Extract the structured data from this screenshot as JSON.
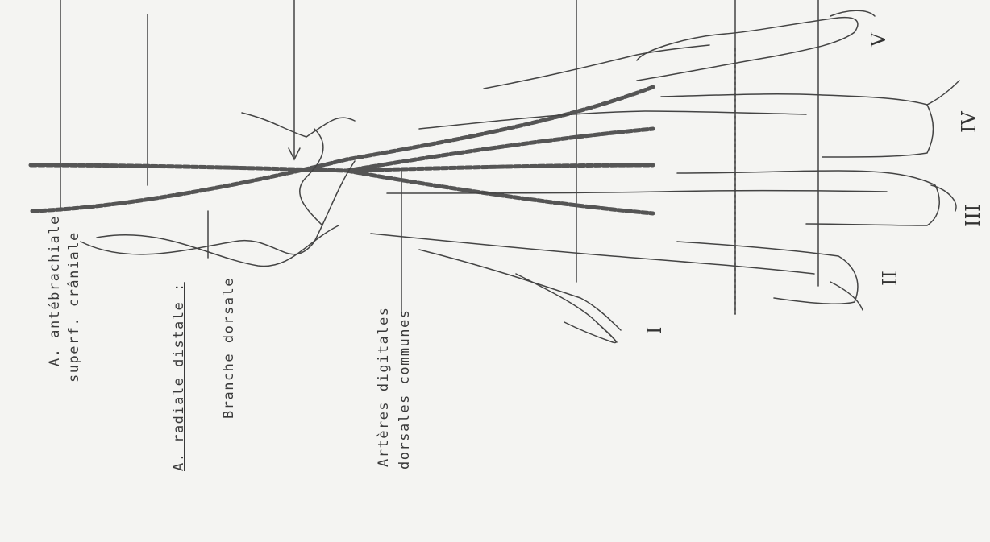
{
  "labels": {
    "antebrachiale_line1": "A. antébrachiale",
    "antebrachiale_line2": "superf. crâniale",
    "radiale": "A. radiale distale :",
    "branche": "Branche dorsale",
    "arteres_line1": "Artères digitales",
    "arteres_line2": "dorsales communes"
  },
  "digits": [
    "I",
    "II",
    "III",
    "IV",
    "V"
  ],
  "colors": {
    "paper": "#f4f4f2",
    "ink": "#3a3a3a"
  }
}
